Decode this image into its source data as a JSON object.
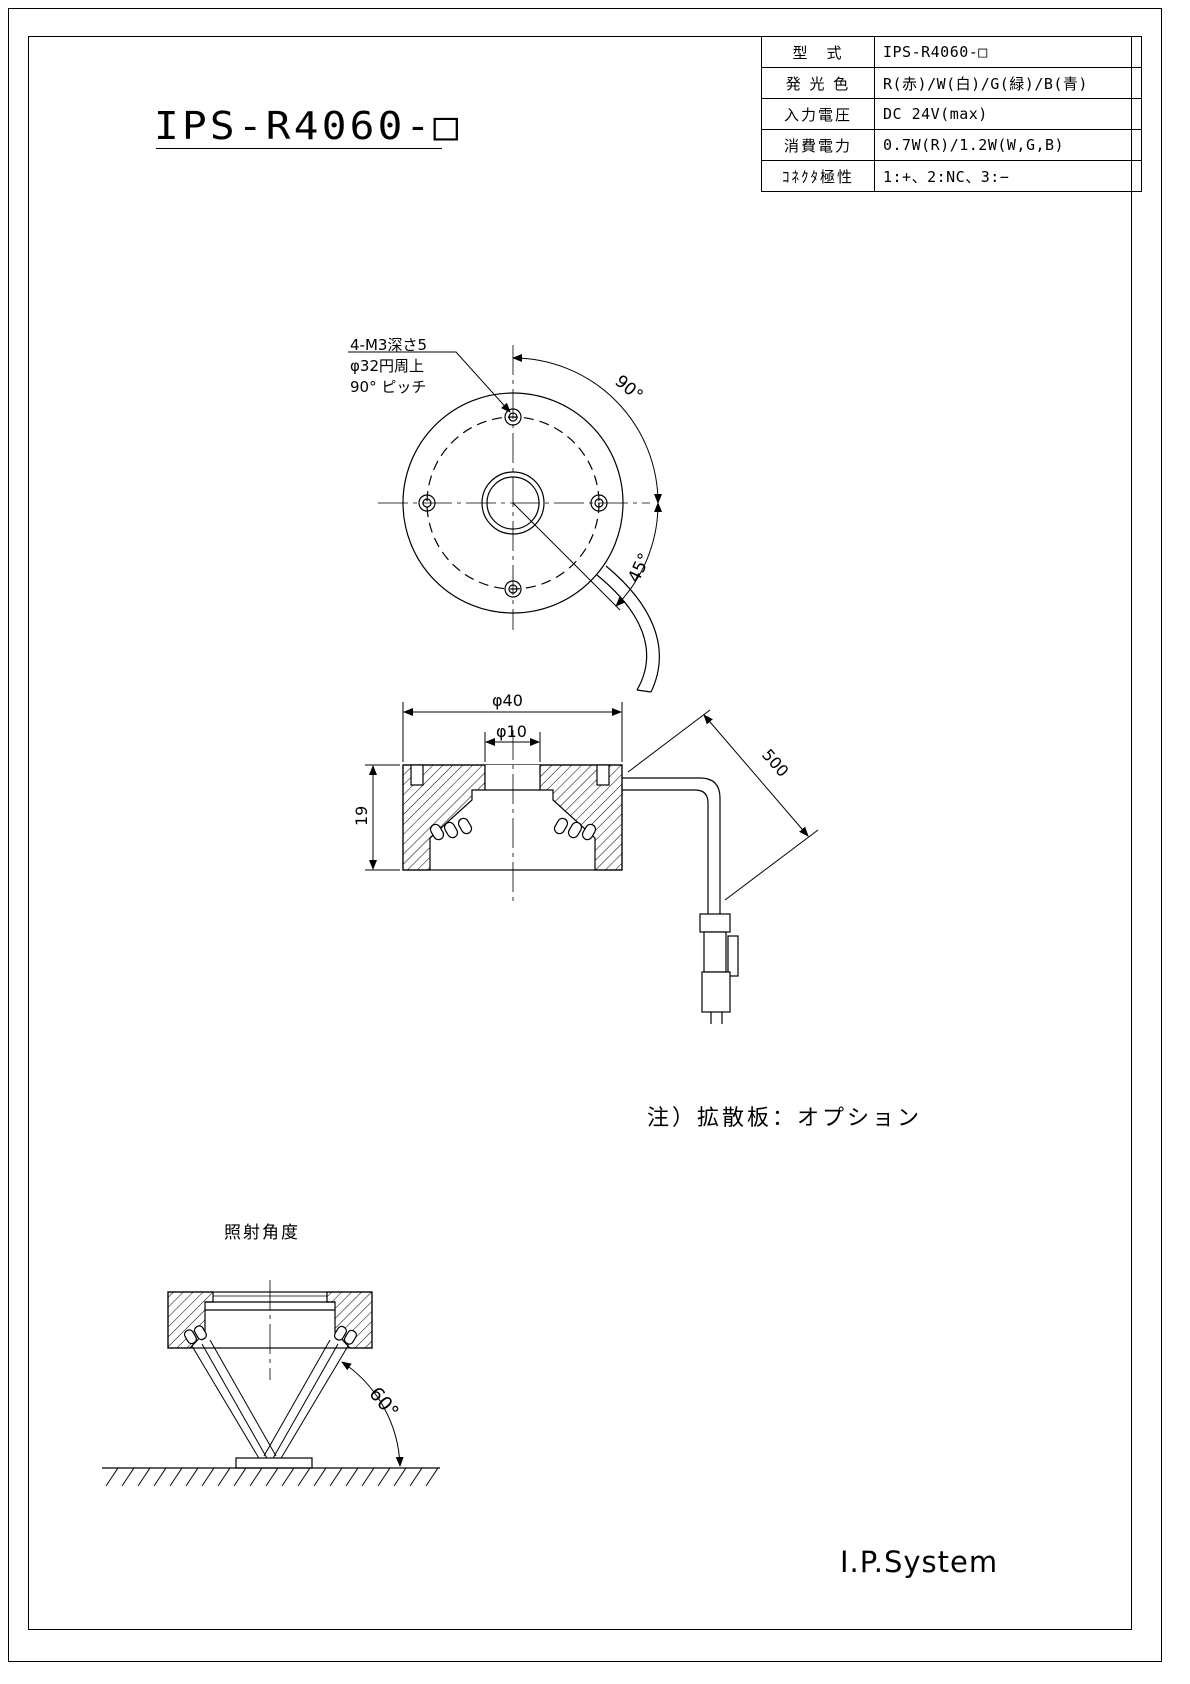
{
  "title": "IPS-R4060-□",
  "spec_table": [
    {
      "key": "型　式",
      "value": "IPS-R4060-□"
    },
    {
      "key": "発 光 色",
      "value": "R(赤)/W(白)/G(緑)/B(青)"
    },
    {
      "key": "入力電圧",
      "value": "DC 24V(max)"
    },
    {
      "key": "消費電力",
      "value": "0.7W(R)/1.2W(W,G,B)"
    },
    {
      "key": "ｺﾈｸﾀ極性",
      "value": "1:+、2:NC、3:−"
    }
  ],
  "top_view": {
    "hole_note": [
      "4-M3深さ5",
      "φ32円周上",
      "90° ピッチ"
    ],
    "angle_90": "90°",
    "angle_45": "45°"
  },
  "side_view": {
    "dim_diameter_outer": "φ40",
    "dim_diameter_inner": "φ10",
    "dim_height": "19",
    "dim_cable": "500"
  },
  "note": "注）拡散板：オプション",
  "angle_view": {
    "title": "照射角度",
    "angle": "60°"
  },
  "brand": "I.P.System"
}
